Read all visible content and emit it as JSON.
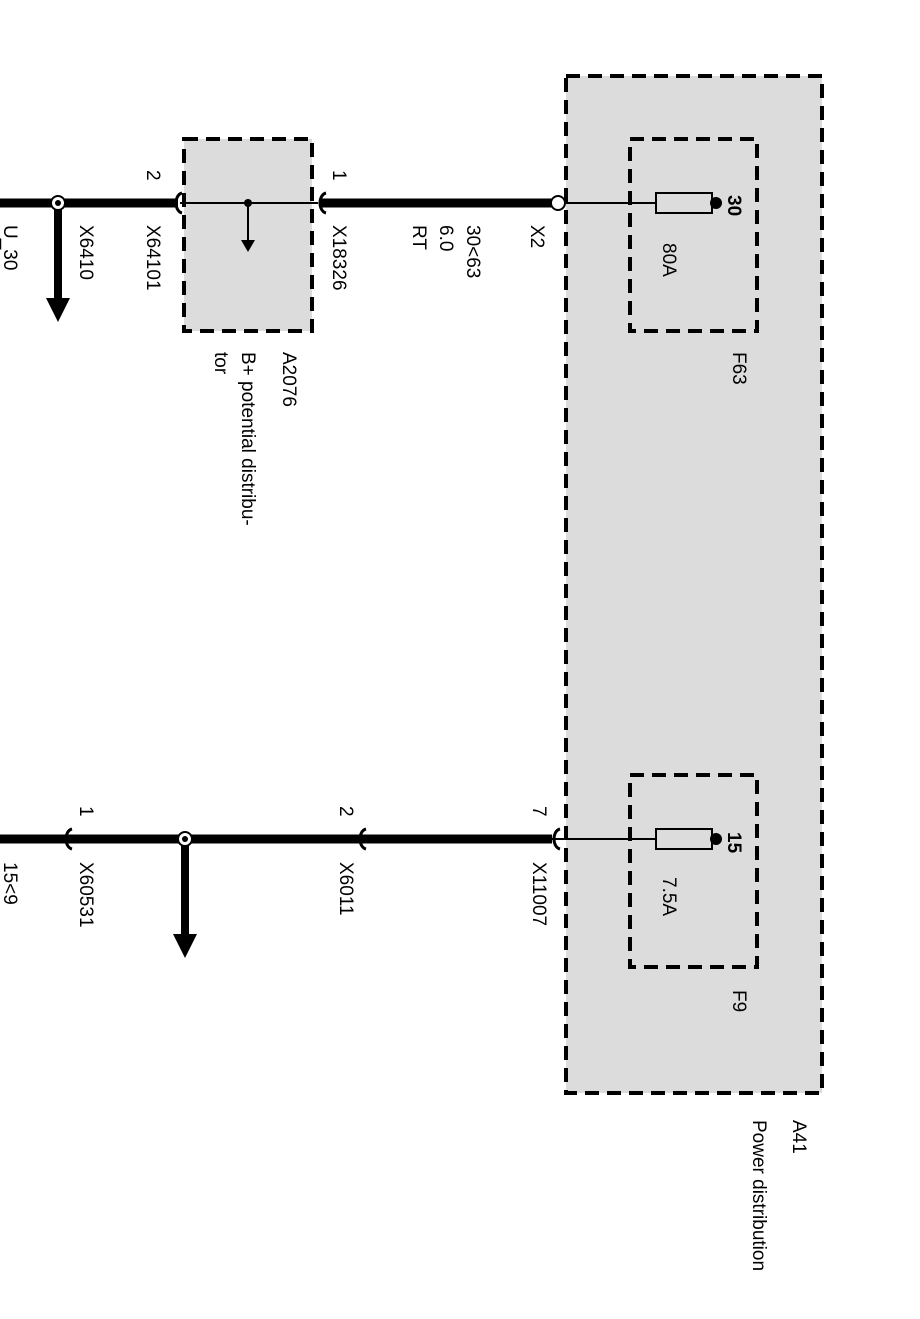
{
  "colors": {
    "box_fill": "#dcdcdc",
    "wire": "#000000",
    "background": "#ffffff"
  },
  "power_distribution": {
    "id": "A41",
    "name": "Power distribution"
  },
  "fuse_f63": {
    "id": "F63",
    "pin": "30",
    "rating": "80A"
  },
  "fuse_f9": {
    "id": "F9",
    "pin": "15",
    "rating": "7.5A"
  },
  "distributor": {
    "id": "A2076",
    "name_line1": "B+ potential distribu-",
    "name_line2": "tor"
  },
  "wire_top": {
    "connector_power": "X2",
    "wire_label": "30<63",
    "gauge": "6.0",
    "color": "RT",
    "connector_in": "X18326",
    "pin_in": "1",
    "connector_out": "X64101",
    "pin_out": "2",
    "splice": "X6410",
    "signal": "U_30"
  },
  "wire_bottom": {
    "pin_power": "7",
    "connector_power": "X11007",
    "pin_mid": "2",
    "connector_mid": "X6011",
    "pin_end": "1",
    "connector_end": "X60531",
    "signal": "15<9"
  }
}
